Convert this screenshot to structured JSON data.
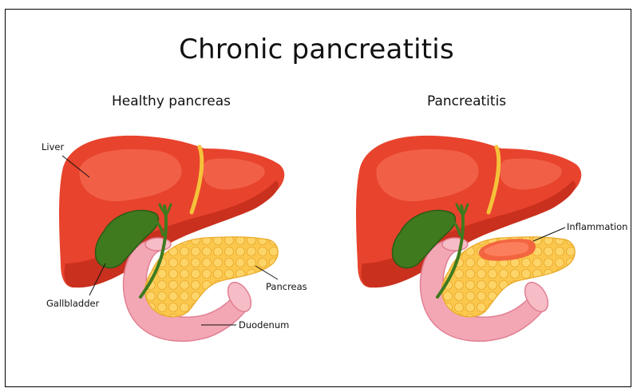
{
  "title": "Chronic pancreatitis",
  "panels": {
    "left": {
      "subtitle": "Healthy pancreas",
      "labels": {
        "liver": "Liver",
        "gallbladder": "Gallbladder",
        "pancreas": "Pancreas",
        "duodenum": "Duodenum"
      }
    },
    "right": {
      "subtitle": "Pancreatitis",
      "labels": {
        "inflammation": "Inflammation"
      }
    }
  },
  "colors": {
    "liver": "#e8432d",
    "liver_dark": "#c9301e",
    "liver_highlight": "#f46a4f",
    "ligament": "#f5c23a",
    "gallbladder": "#3f7a1f",
    "gallbladder_dark": "#2c5a14",
    "pancreas": "#fbc84d",
    "pancreas_dark": "#e9a92a",
    "duodenum": "#f3a7b4",
    "duodenum_dark": "#e07f93",
    "inflammation": "#f25a3e"
  }
}
